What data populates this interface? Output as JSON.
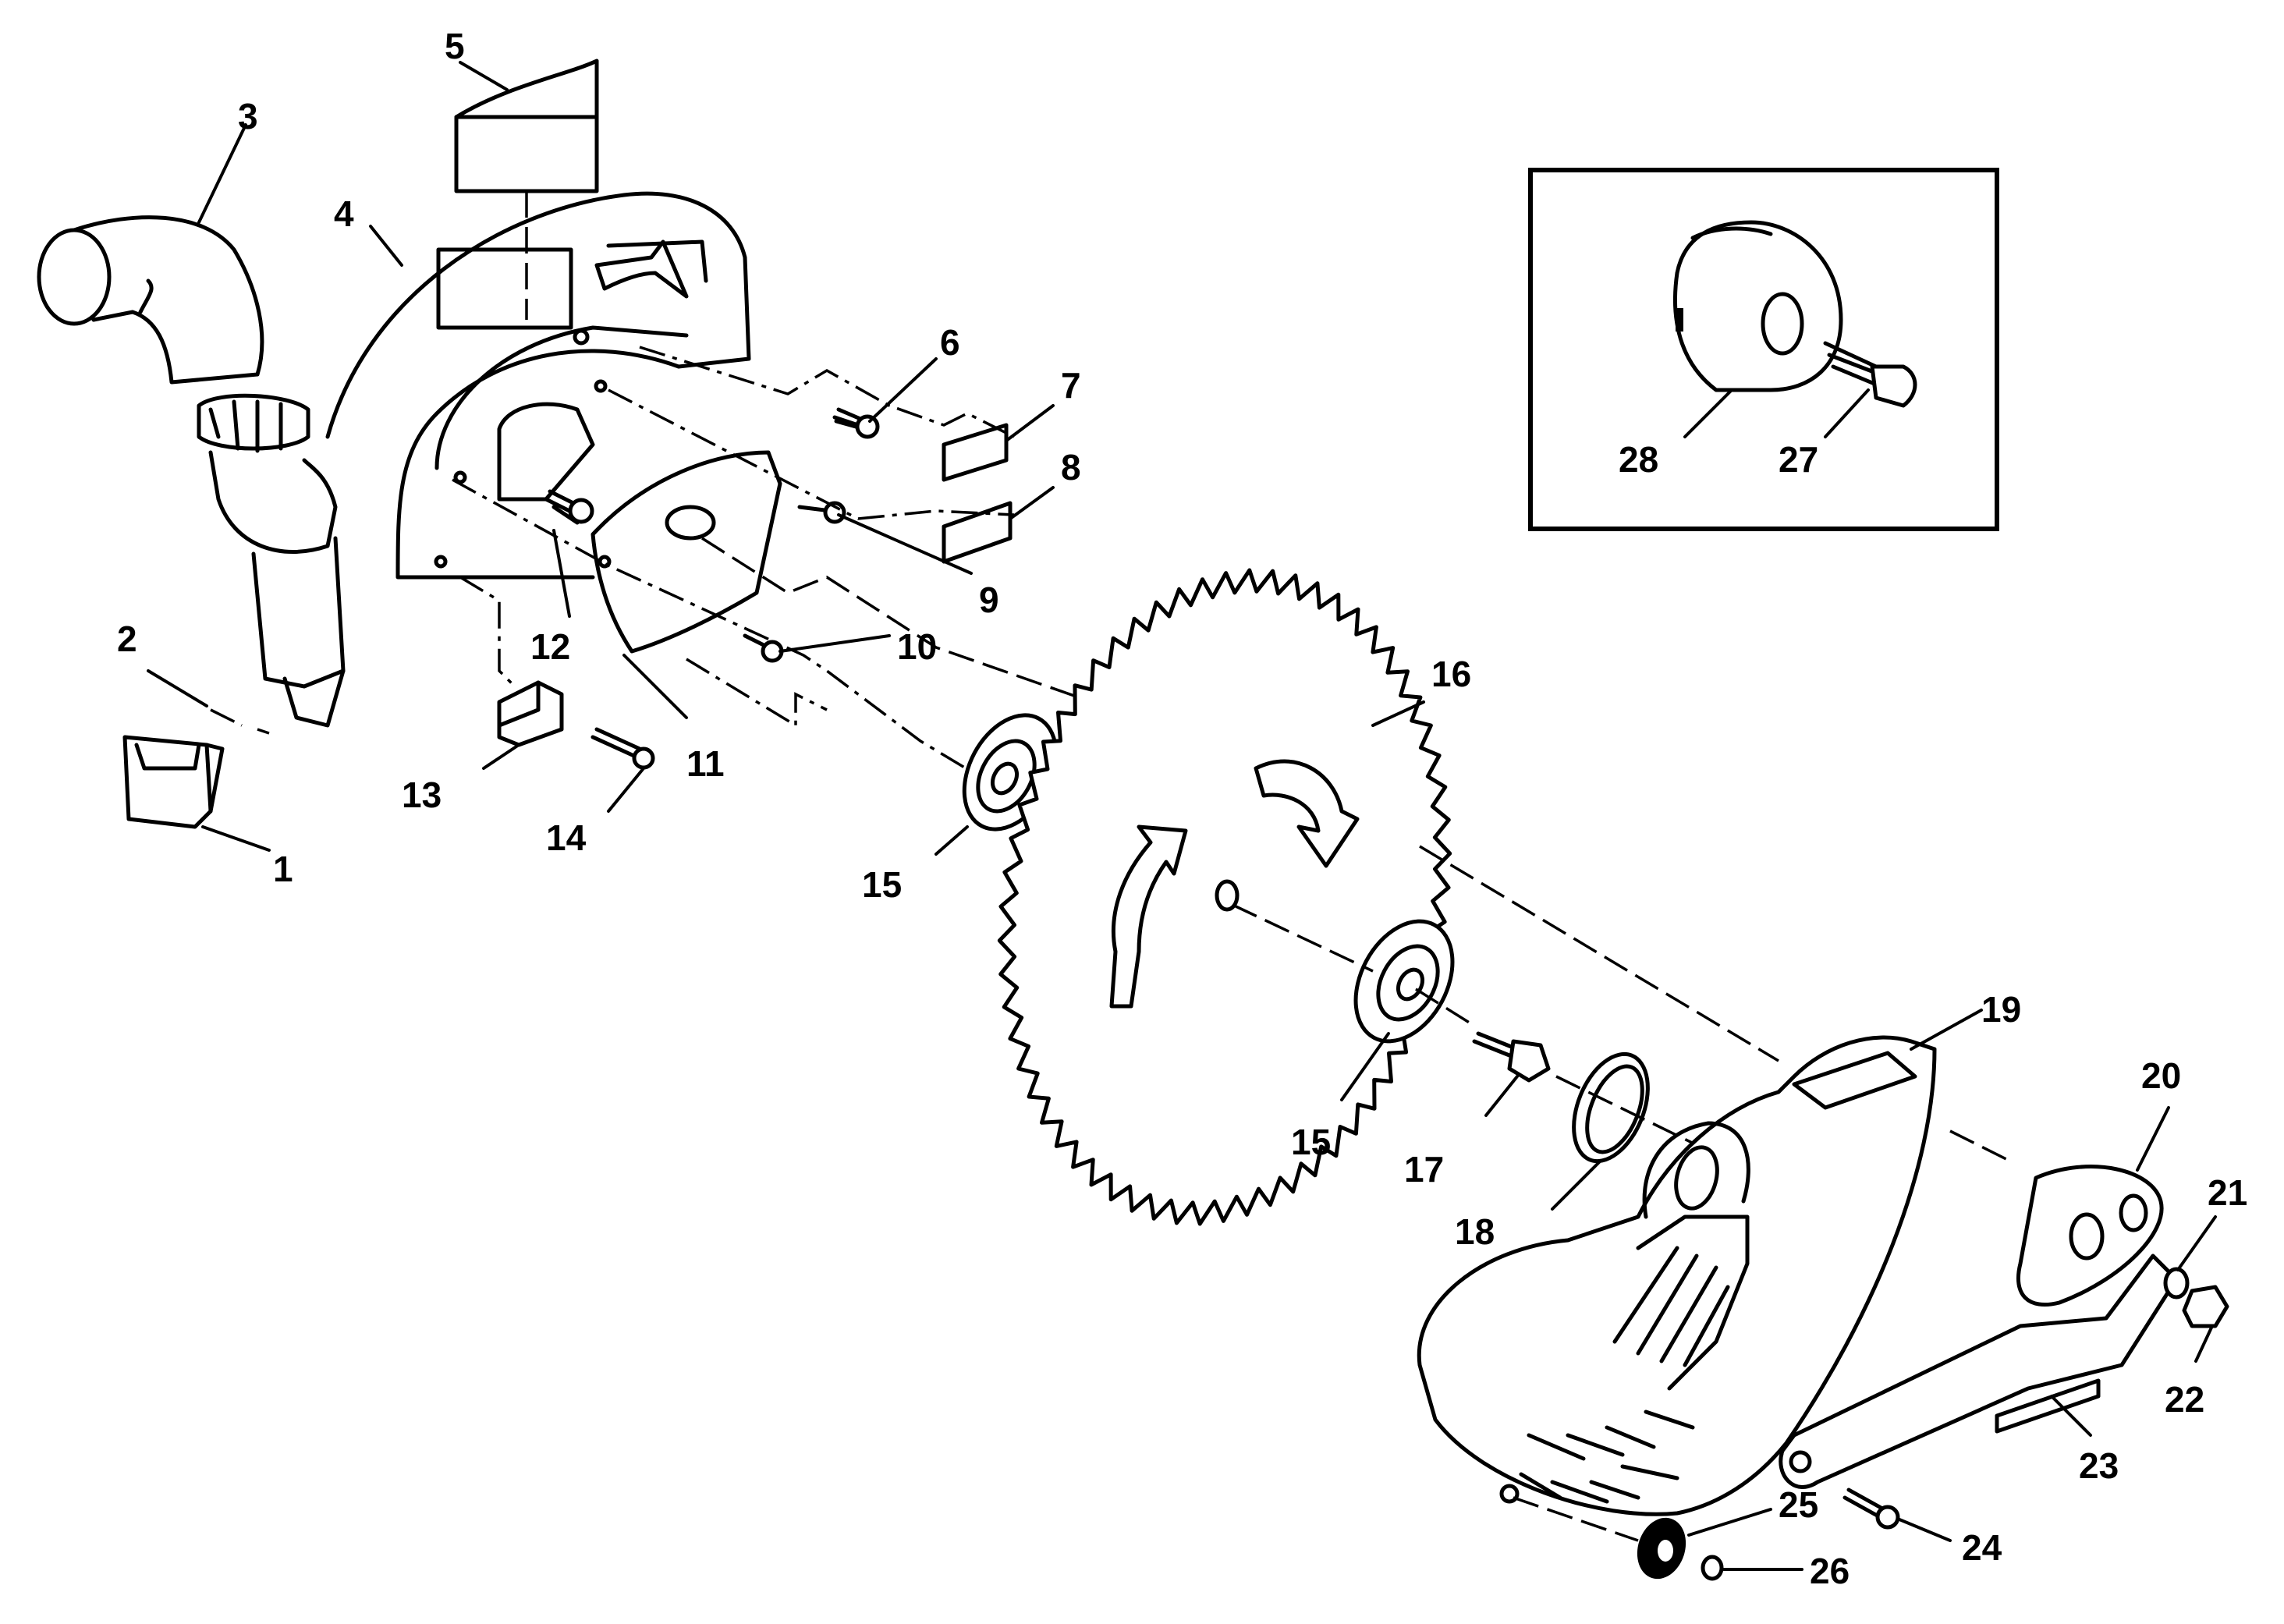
{
  "callouts": [
    "1",
    "2",
    "3",
    "4",
    "5",
    "6",
    "7",
    "8",
    "9",
    "10",
    "11",
    "12",
    "13",
    "14",
    "15",
    "15",
    "16",
    "17",
    "18",
    "19",
    "20",
    "21",
    "22",
    "23",
    "24",
    "25",
    "26",
    "27",
    "28"
  ],
  "inset": {
    "parts": [
      "28",
      "27"
    ]
  },
  "colors": {
    "line": "#000000",
    "background": "#ffffff"
  }
}
